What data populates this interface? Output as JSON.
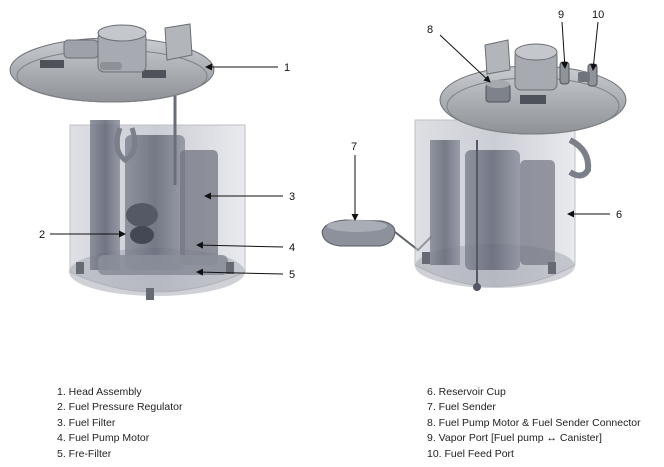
{
  "callouts": [
    "1",
    "2",
    "3",
    "4",
    "5",
    "6",
    "7",
    "8",
    "9",
    "10"
  ],
  "legend": {
    "left": [
      "1. Head Assembly",
      "2. Fuel Pressure Regulator",
      "3. Fuel Filter",
      "4. Fuel Pump Motor",
      "5. Fre-Filter"
    ],
    "right": [
      "6. Reservoir Cup",
      "7. Fuel Sender",
      "8. Fuel Pump Motor & Fuel Sender Connector",
      "9. Vapor Port [Fuel pump ↔ Canister]",
      "10. Fuel Feed Port"
    ]
  }
}
